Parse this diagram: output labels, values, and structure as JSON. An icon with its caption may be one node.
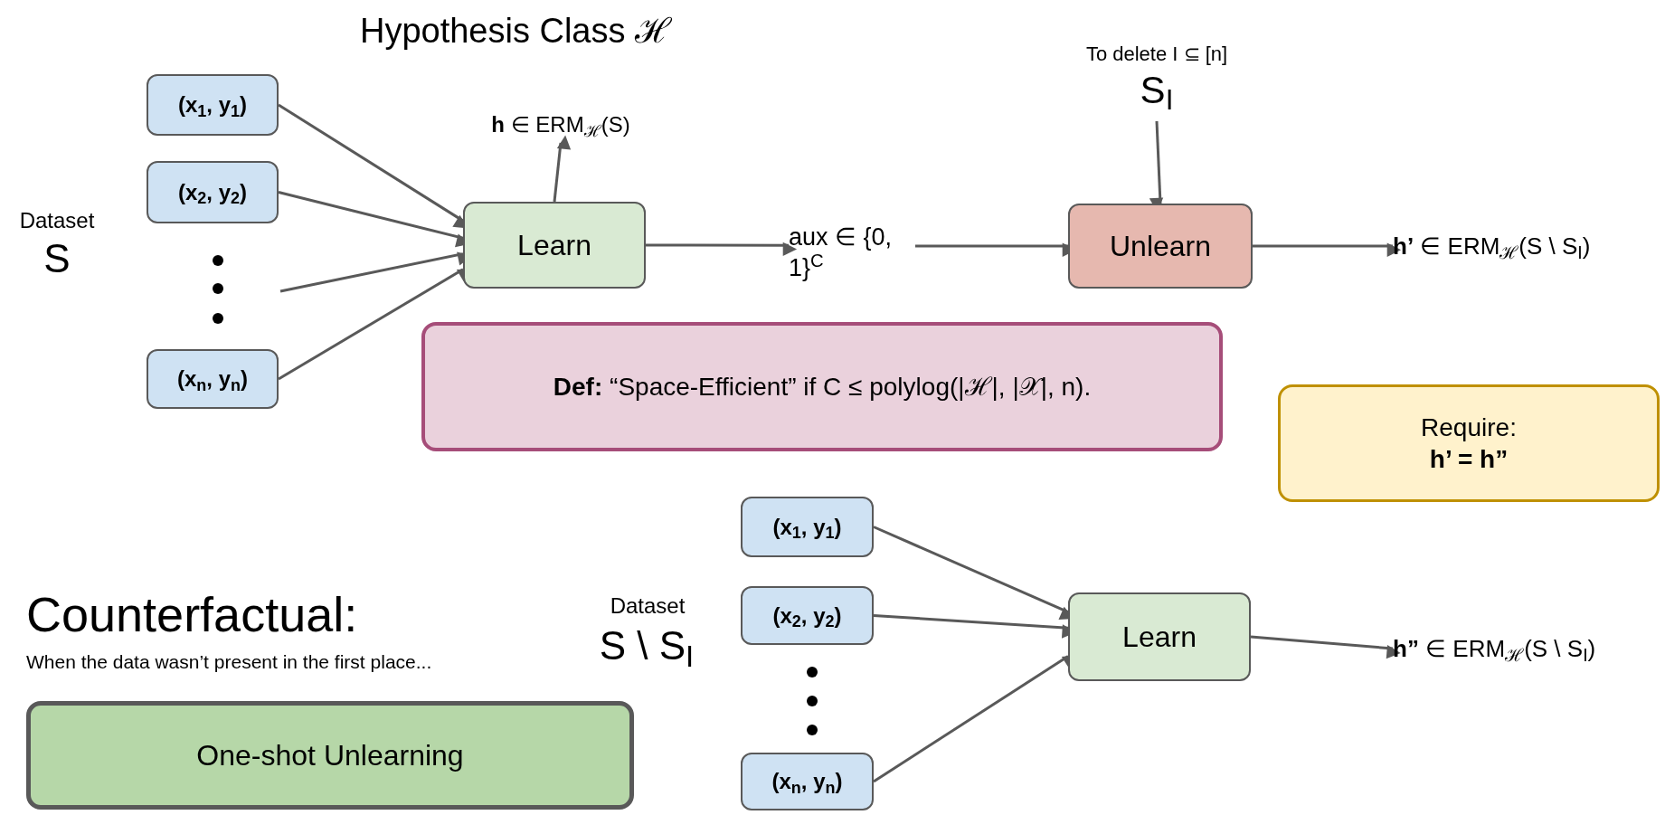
{
  "diagram": {
    "title": "Hypothesis Class ℋ",
    "nodes": [
      {
        "text": [
          "(x$_{1}$, y$_{1}$)"
        ]
      },
      {
        "text": [
          "(x$_{2}$, y$_{2}$)"
        ]
      },
      {
        "text": [
          "(x$_{n}$, y$_{n}$)"
        ]
      },
      {
        "text": [
          "Learn"
        ]
      },
      {
        "text": [
          "**h** ∈ ERM$_{ℋ}$(S)"
        ]
      },
      {
        "text": [
          "aux ∈ {0, 1}$^{C}$"
        ]
      },
      {
        "text": [
          "To delete I ⊆ [n]",
          "S$_{I}$"
        ]
      },
      {
        "text": [
          "Unlearn"
        ]
      },
      {
        "text": [
          "**h’** ∈ ERM$_{ℋ}$(S \\ S$_{I}$)"
        ]
      },
      {
        "text": [
          "**Def:** “Space-Efficient” if C ≤ polylog(|ℋ|, |𝒳|, n)."
        ]
      },
      {
        "text": [
          "Require:",
          "h’ = h”"
        ]
      },
      {
        "text": [
          "One-shot Unlearning"
        ]
      },
      {
        "text": [
          "(x$_{1}$, y$_{1}$)"
        ]
      },
      {
        "text": [
          "(x$_{2}$, y$_{2}$)"
        ]
      },
      {
        "text": [
          "(x$_{n}$, y$_{n}$)"
        ]
      },
      {
        "text": [
          "Learn"
        ]
      },
      {
        "text": [
          "**h”** ∈ ERM$_{ℋ}$(S \\ S$_{I}$)"
        ]
      }
    ],
    "edges": [
      {
        "from": 0,
        "to": 3,
        "arrow": "to"
      },
      {
        "from": 1,
        "to": 3,
        "arrow": "to"
      },
      {
        "from": null,
        "to": 3,
        "arrow": "to"
      },
      {
        "from": 2,
        "to": 3,
        "arrow": "to"
      },
      {
        "from": 3,
        "to": 4,
        "arrow": "to"
      },
      {
        "from": 3,
        "to": 5,
        "arrow": "to"
      },
      {
        "from": 5,
        "to": 7,
        "arrow": "to"
      },
      {
        "from": 6,
        "to": 7,
        "arrow": "to"
      },
      {
        "from": 7,
        "to": 8,
        "arrow": "to"
      },
      {
        "from": 12,
        "to": 15,
        "arrow": "to"
      },
      {
        "from": 13,
        "to": 15,
        "arrow": "to"
      },
      {
        "from": 14,
        "to": 15,
        "arrow": "to"
      },
      {
        "from": 15,
        "to": 16,
        "arrow": "to"
      }
    ],
    "labels": [
      "Dataset",
      "S",
      "Counterfactual:",
      "When the data wasn’t present in the first place...",
      "Dataset",
      "S \\ S$_{I}$"
    ]
  }
}
